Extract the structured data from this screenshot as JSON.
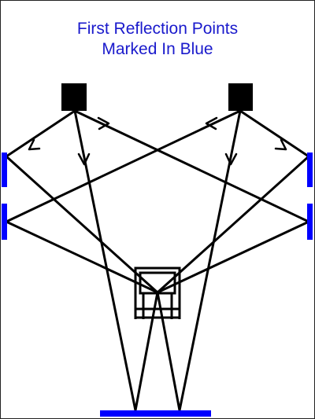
{
  "title": {
    "line1": "First Reflection Points",
    "line2": "Marked In Blue"
  },
  "colors": {
    "background": "#ffffff",
    "frame": "#222222",
    "lines": "#000000",
    "reflection_marker": "#0000ff",
    "title_text": "#1a1acc"
  },
  "elements": {
    "left_speaker": "speaker",
    "right_speaker": "speaker",
    "listener": "listening-chair",
    "reflection_points": [
      "left-wall-front",
      "left-wall-rear",
      "right-wall-front",
      "right-wall-rear",
      "back-wall"
    ]
  }
}
